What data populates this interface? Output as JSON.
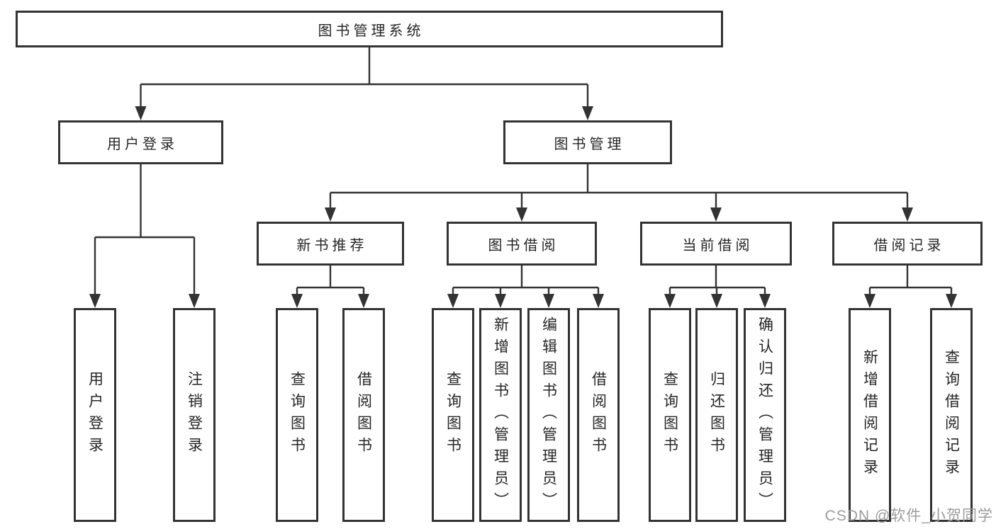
{
  "diagram": {
    "root": {
      "label": "图书管理系统"
    },
    "branches": [
      {
        "label": "用户登录",
        "children": [
          {
            "label": "用户登录"
          },
          {
            "label": "注销登录"
          }
        ]
      },
      {
        "label": "图书管理",
        "children": [
          {
            "label": "新书推荐",
            "children": [
              {
                "label": "查询图书"
              },
              {
                "label": "借阅图书"
              }
            ]
          },
          {
            "label": "图书借阅",
            "children": [
              {
                "label": "查询图书"
              },
              {
                "label": "新增图书（管理员）"
              },
              {
                "label": "编辑图书（管理员）"
              },
              {
                "label": "借阅图书"
              }
            ]
          },
          {
            "label": "当前借阅",
            "children": [
              {
                "label": "查询图书"
              },
              {
                "label": "归还图书"
              },
              {
                "label": "确认归还（管理员）"
              }
            ]
          },
          {
            "label": "借阅记录",
            "children": [
              {
                "label": "新增借阅记录"
              },
              {
                "label": "查询借阅记录"
              }
            ]
          }
        ]
      }
    ]
  },
  "watermark": {
    "text": "CSDN @软件_小贺同学"
  },
  "colors": {
    "line": "#333333",
    "text": "#262626",
    "watermark": "#9c9c9c",
    "background": "#ffffff"
  }
}
